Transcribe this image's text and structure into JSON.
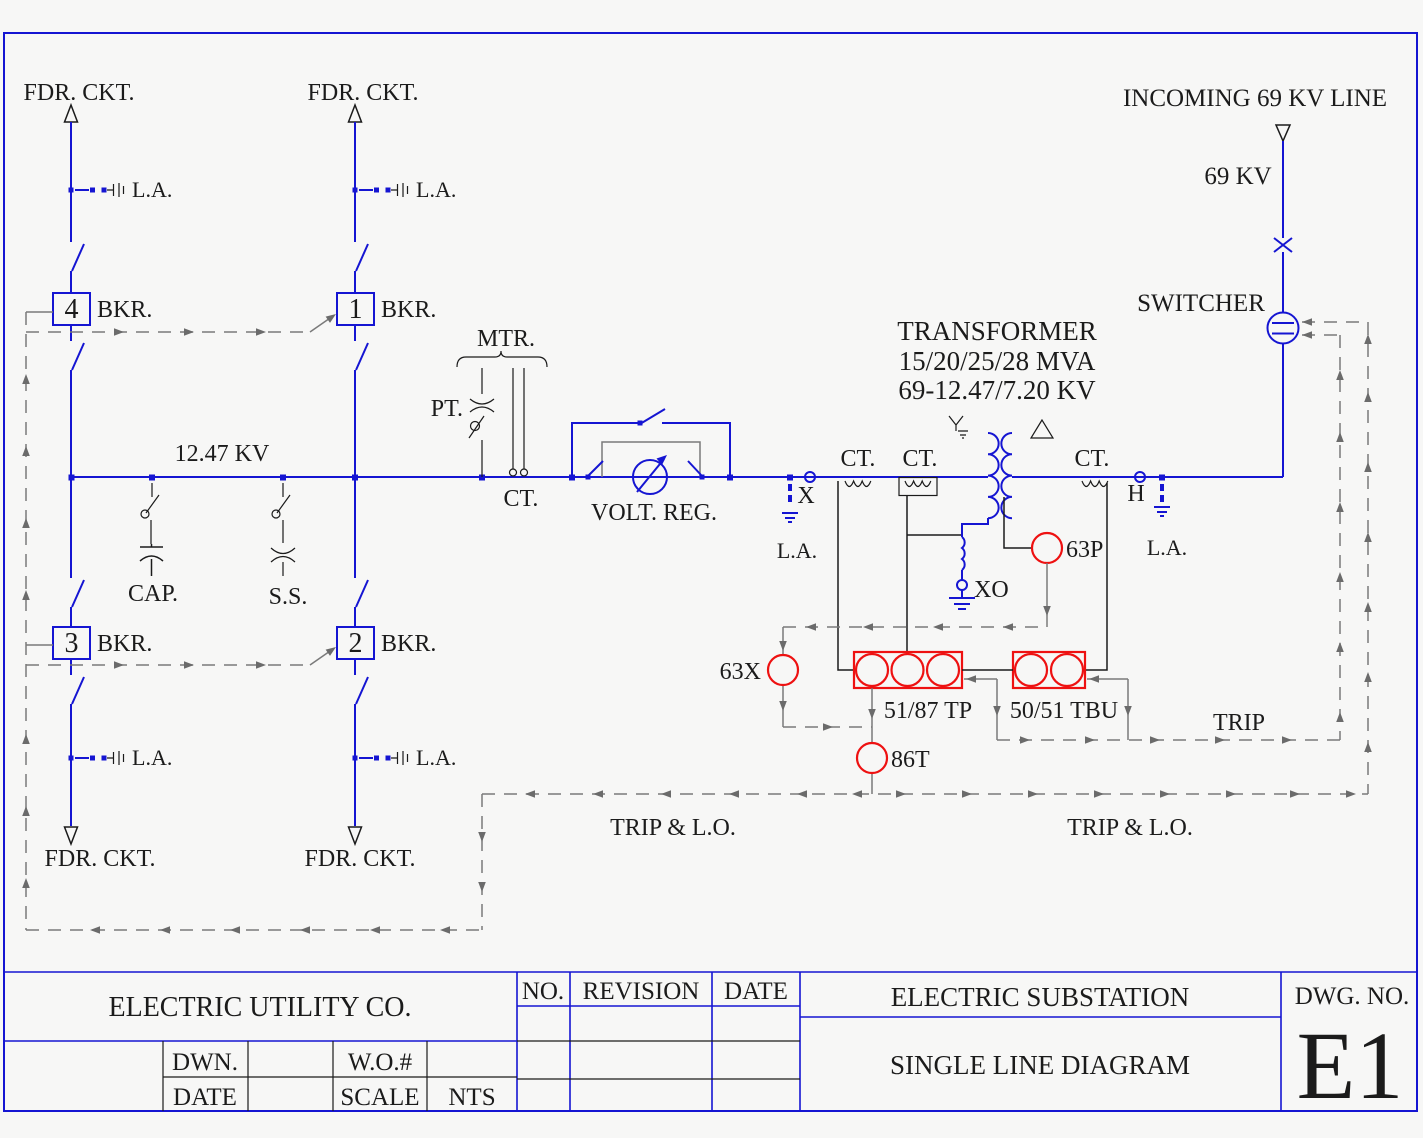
{
  "colors": {
    "circuit_blue": "#1515d2",
    "control_gray": "#7a7a7a",
    "relay_red": "#ee1111",
    "line_black": "#1b1b1b",
    "background": "#f7f7f6"
  },
  "diagram": {
    "feeder_circuit_label": "FDR. CKT.",
    "arrester_label": "L.A.",
    "breaker_label": "BKR.",
    "breakers": {
      "b4": "4",
      "b1": "1",
      "b3": "3",
      "b2": "2"
    },
    "bus_voltage": "12.47 KV",
    "capacitor_label": "CAP.",
    "station_service_label": "S.S.",
    "meter_label": "MTR.",
    "pt_label": "PT.",
    "ct_label": "CT.",
    "volt_reg_label": "VOLT. REG.",
    "transformer": {
      "title": "TRANSFORMER",
      "mva": "15/20/25/28 MVA",
      "kv": "69-12.47/7.20 KV"
    },
    "incoming_line_label": "INCOMING 69 KV LINE",
    "incoming_voltage": "69 KV",
    "switcher_label": "SWITCHER",
    "terminal_x": "X",
    "terminal_h": "H",
    "terminal_xo": "XO",
    "relays": {
      "r63p": "63P",
      "r63x": "63X",
      "r5187": "51/87 TP",
      "r5051": "50/51 TBU",
      "r86t": "86T"
    },
    "trip_label": "TRIP",
    "trip_lockout_label": "TRIP & L.O."
  },
  "title_block": {
    "company": "ELECTRIC UTILITY CO.",
    "rev_no": "NO.",
    "rev_title": "REVISION",
    "rev_date": "DATE",
    "drawn_label": "DWN.",
    "date_label": "DATE",
    "work_order_label": "W.O.#",
    "scale_label": "SCALE",
    "scale_value": "NTS",
    "project": "ELECTRIC SUBSTATION",
    "drawing_title": "SINGLE LINE DIAGRAM",
    "dwg_no_label": "DWG. NO.",
    "dwg_no": "E1"
  }
}
